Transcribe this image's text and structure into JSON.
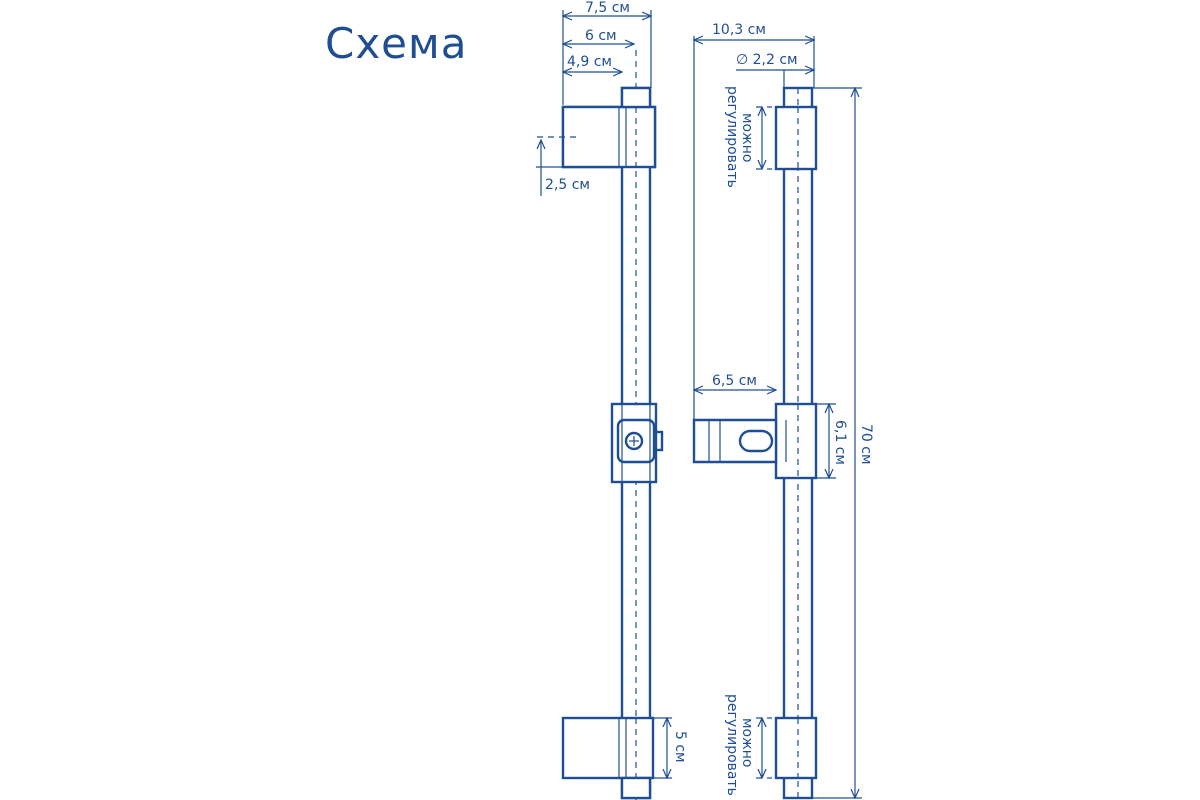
{
  "title": "Схема",
  "dimensions": {
    "width_7_5": "7,5 см",
    "width_6": "6 см",
    "width_4_9": "4,9 см",
    "holder_2_5": "2,5 см",
    "width_10_3": "10,3 см",
    "diameter": "∅ 2,2 см",
    "slider_6_5": "6,5 см",
    "slider_6_1": "6,1 см",
    "height_70": "70 см",
    "bottom_5": "5 см"
  },
  "notes": {
    "adjustable_top": [
      "можно",
      "регулировать"
    ],
    "adjustable_bottom": [
      "можно",
      "регулировать"
    ]
  },
  "colors": {
    "line": "#1f4f92",
    "background": "#ffffff"
  }
}
